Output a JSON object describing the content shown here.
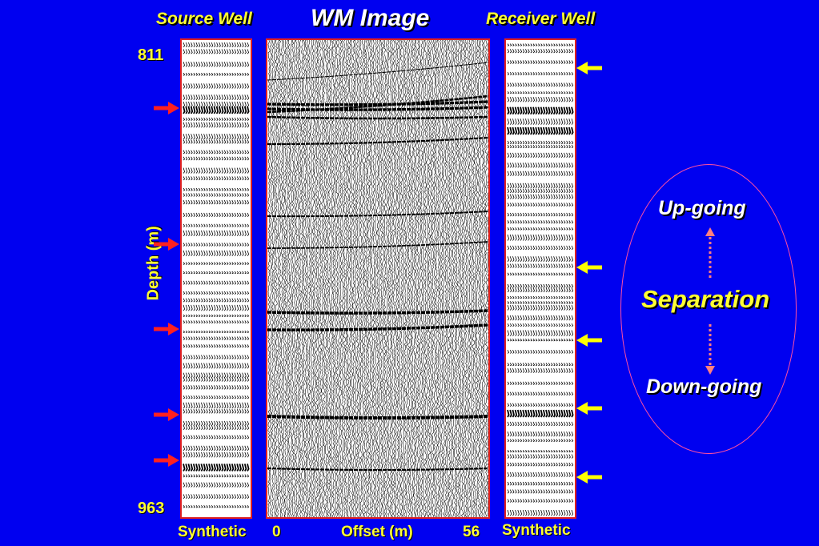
{
  "titles": {
    "main": "WM Image",
    "source_well": "Source Well",
    "receiver_well": "Receiver Well"
  },
  "depth_axis": {
    "label": "Depth (m)",
    "top": "811",
    "bottom": "963"
  },
  "bottom_labels": {
    "source": "Synthetic",
    "offset_min": "0",
    "offset_label": "Offset (m)",
    "offset_max": "56",
    "receiver": "Synthetic"
  },
  "separation": {
    "up": "Up-going",
    "center": "Separation",
    "down": "Down-going"
  },
  "colors": {
    "background": "#0000f0",
    "label": "#ffff33",
    "title": "#ffffff",
    "panel_border": "#e02020",
    "source_arrow": "#ff2020",
    "receiver_arrow": "#ffff00",
    "ellipse": "#ff4fa0",
    "dotted_arrow": "#ff8080"
  }
}
